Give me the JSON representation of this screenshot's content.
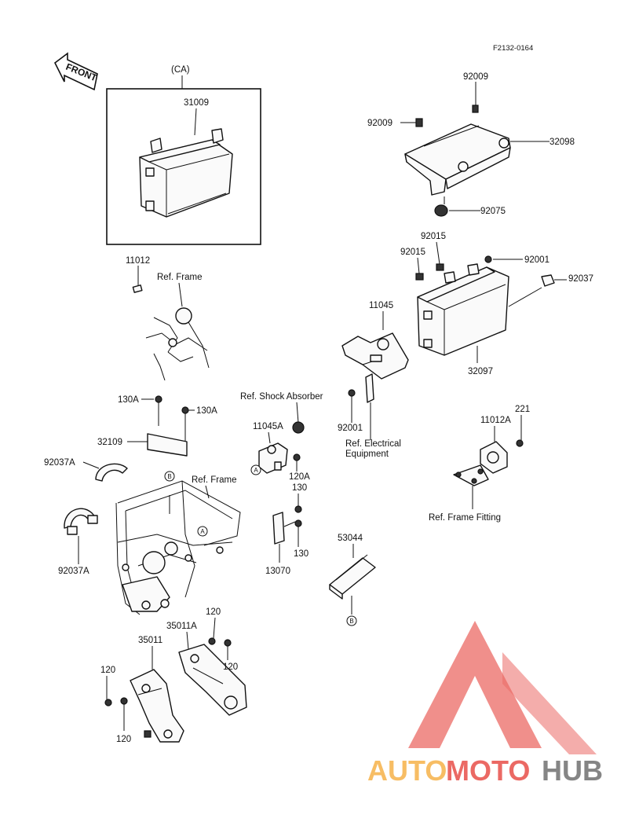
{
  "drawing_id": "F2132-0164",
  "front_label": "FRONT",
  "group_label": "(CA)",
  "parts": {
    "p31009": "31009",
    "p92009a": "92009",
    "p92009b": "92009",
    "p32098": "32098",
    "p92075": "92075",
    "p11012": "11012",
    "ref_frame_top": "Ref. Frame",
    "p92015a": "92015",
    "p92015b": "92015",
    "p92001a": "92001",
    "p92037": "92037",
    "p11045": "11045",
    "p32097": "32097",
    "p130a_1": "130A",
    "p130a_2": "130A",
    "p32109": "32109",
    "p92037a_top": "92037A",
    "ref_frame_mid": "Ref. Frame",
    "p92037a_bottom": "92037A",
    "ref_shock": "Ref. Shock Absorber",
    "p11045a": "11045A",
    "p120a": "120A",
    "p130_1": "130",
    "p130_2": "130",
    "p13070": "13070",
    "p92001b": "92001",
    "ref_elec_1": "Ref. Electrical",
    "ref_elec_2": "Equipment",
    "p221": "221",
    "p11012a": "11012A",
    "ref_frame_fitting": "Ref. Frame Fitting",
    "p53044": "53044",
    "p120_1": "120",
    "p35011a": "35011A",
    "p35011": "35011",
    "p120_2": "120",
    "p120_3": "120",
    "p120_4": "120"
  },
  "callouts": {
    "a": "A",
    "b": "B"
  },
  "watermark": {
    "auto": "AUTO",
    "moto": "MOTO",
    "hub": "HUB"
  },
  "colors": {
    "watermark_red": "#e8504a",
    "watermark_orange": "#f6b24a",
    "watermark_gray": "#707070"
  }
}
